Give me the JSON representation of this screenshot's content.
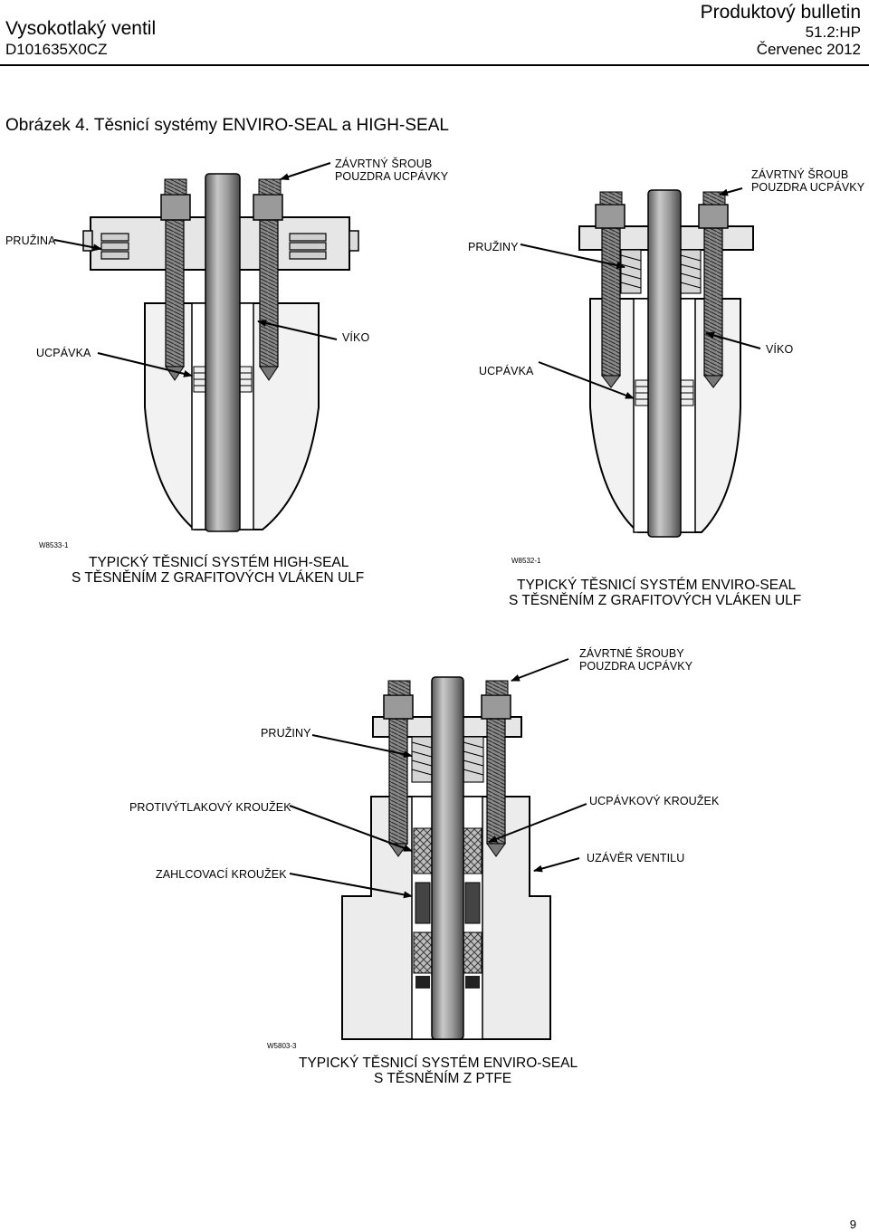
{
  "header": {
    "left_title": "Vysokotlaký ventil",
    "left_code": "D101635X0CZ",
    "right_title": "Produktový bulletin",
    "right_number": "51.2:HP",
    "right_date": "Červenec 2012"
  },
  "figure": {
    "title": "Obrázek 4. Těsnicí systémy ENVIRO-SEAL a HIGH-SEAL",
    "panel_high_seal": {
      "labels": {
        "bolt": [
          "ZÁVRTNÝ ŠROUB",
          "POUZDRA UCPÁVKY"
        ],
        "spring": "PRUŽINA",
        "packing": "UCPÁVKA",
        "bonnet": "VÍKO"
      },
      "ref": "W8533-1",
      "caption": [
        "TYPICKÝ TĚSNICÍ SYSTÉM HIGH-SEAL",
        "S TĚSNĚNÍM Z GRAFITOVÝCH VLÁKEN ULF"
      ]
    },
    "panel_enviro_ulf": {
      "labels": {
        "bolt": [
          "ZÁVRTNÝ ŠROUB",
          "POUZDRA UCPÁVKY"
        ],
        "springs": "PRUŽINY",
        "packing": "UCPÁVKA",
        "bonnet": "VÍKO"
      },
      "ref": "W8532-1",
      "caption": [
        "TYPICKÝ TĚSNICÍ SYSTÉM ENVIRO-SEAL",
        "S TĚSNĚNÍM Z GRAFITOVÝCH VLÁKEN ULF"
      ]
    },
    "panel_enviro_ptfe": {
      "labels": {
        "bolts": [
          "ZÁVRTNÉ ŠROUBY",
          "POUZDRA UCPÁVKY"
        ],
        "springs": "PRUŽINY",
        "anti_extrusion": "PROTIVÝTLAKOVÝ KROUŽEK",
        "packing_ring": "UCPÁVKOVÝ KROUŽEK",
        "lantern_ring": "ZAHLCOVACÍ KROUŽEK",
        "bonnet": "UZÁVĚR VENTILU"
      },
      "ref": "W5803-3",
      "caption": [
        "TYPICKÝ TĚSNICÍ SYSTÉM ENVIRO-SEAL",
        "S TĚSNĚNÍM Z PTFE"
      ]
    }
  },
  "footer": {
    "page_number": "9"
  }
}
